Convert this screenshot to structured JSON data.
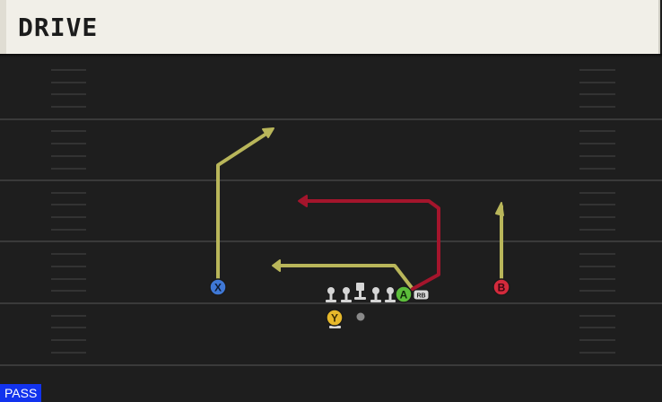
{
  "header": {
    "title": "DRIVE"
  },
  "badge": {
    "label": "PASS"
  },
  "colors": {
    "route_yellow": "#b9b65a",
    "route_red": "#a4152c",
    "field": "#1e1e1e",
    "yard_line": "#3a3a3a"
  },
  "players": [
    {
      "id": "X",
      "label": "X",
      "color": "#3f78d6",
      "icon": "x-button-icon"
    },
    {
      "id": "A",
      "label": "A",
      "color": "#5cbe3b",
      "icon": "a-button-icon"
    },
    {
      "id": "B",
      "label": "B",
      "color": "#d42a3c",
      "icon": "b-button-icon"
    },
    {
      "id": "Y",
      "label": "Y",
      "color": "#e6b82b",
      "icon": "y-button-icon"
    },
    {
      "id": "RB",
      "label": "RB",
      "color": "#d8d8d8",
      "icon": "rb-button-icon"
    }
  ]
}
